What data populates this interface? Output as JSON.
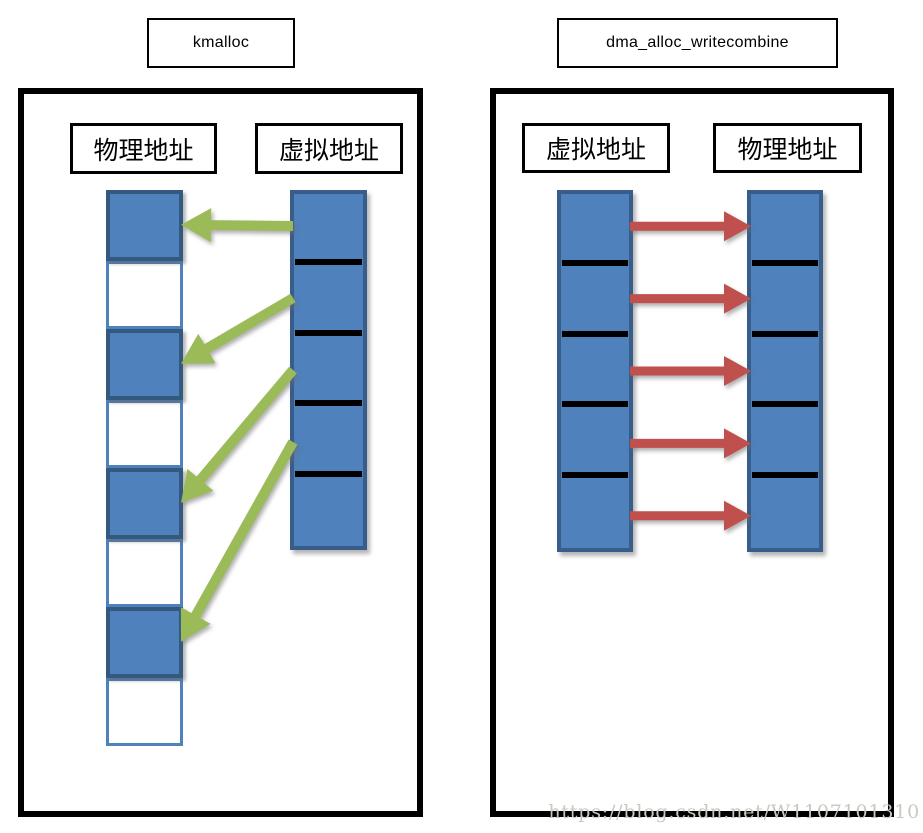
{
  "watermark": {
    "text": "https://blog.csdn.net/W1107101310"
  },
  "colors": {
    "block_fill": "#4f81bd",
    "block_border_dark": "#385d8a",
    "block_border_light": "#4f81bd",
    "separator": "#000000",
    "panel_border": "#000000",
    "kmalloc_arrow": "#9bbb59",
    "dma_arrow": "#c0504d"
  },
  "panels": [
    {
      "id": "kmalloc",
      "title": "kmalloc",
      "left_label": "物理地址",
      "right_label": "虚拟地址",
      "left_column": {
        "kind": "page-frames",
        "pattern": [
          "allocated",
          "free",
          "allocated",
          "free",
          "allocated",
          "free",
          "allocated",
          "free"
        ]
      },
      "right_column": {
        "kind": "contiguous",
        "cells": 5
      },
      "arrow_color": "#9bbb59",
      "arrow_direction": "virtual-to-physical-left",
      "mappings": [
        {
          "from_cell": 0,
          "to_block": 0
        },
        {
          "from_cell": 1,
          "to_block": 2
        },
        {
          "from_cell": 2,
          "to_block": 4
        },
        {
          "from_cell": 3,
          "to_block": 6
        }
      ]
    },
    {
      "id": "dma",
      "title": "dma_alloc_writecombine",
      "left_label": "虚拟地址",
      "right_label": "物理地址",
      "left_column": {
        "kind": "contiguous",
        "cells": 5
      },
      "right_column": {
        "kind": "contiguous",
        "cells": 5
      },
      "arrow_color": "#c0504d",
      "arrow_direction": "virtual-to-physical-right",
      "mappings": [
        {
          "from_cell": 0,
          "to_block": 0
        },
        {
          "from_cell": 1,
          "to_block": 1
        },
        {
          "from_cell": 2,
          "to_block": 2
        },
        {
          "from_cell": 3,
          "to_block": 3
        },
        {
          "from_cell": 4,
          "to_block": 4
        }
      ]
    }
  ]
}
